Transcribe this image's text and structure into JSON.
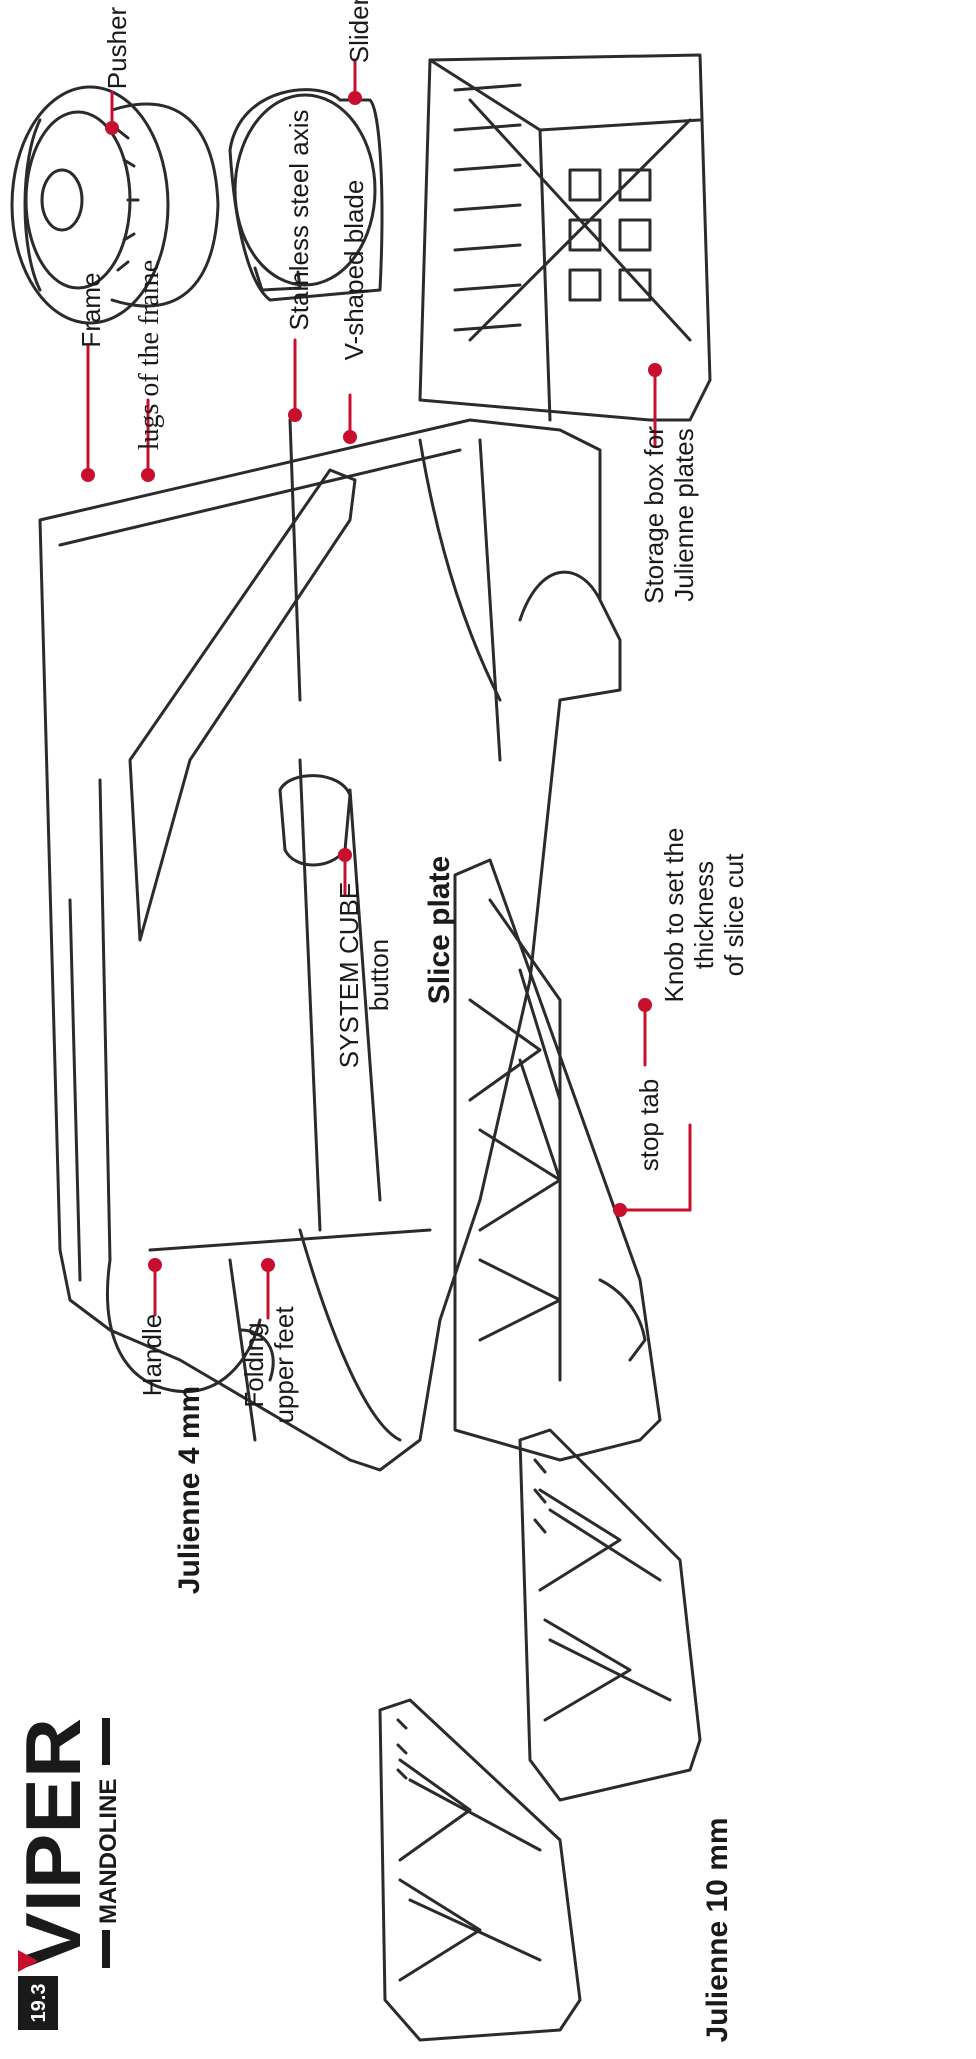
{
  "brand": {
    "badge": "19.3",
    "name": "VIPER",
    "sub": "MANDOLINE",
    "colors": {
      "accent": "#c8102e",
      "ink": "#1a1a1a"
    }
  },
  "labels": {
    "pusher": "Pusher",
    "slider": "Slider",
    "stainless_axis": "Stainless steel axis",
    "v_blade": "V-shaped blade",
    "frame": "Frame",
    "lugs": "lugs of the frame",
    "storage_line1": "Storage box for",
    "storage_line2": "Julienne plates",
    "handle": "Handle",
    "feet_line1": "Folding",
    "feet_line2": "upper feet",
    "system_cube_line1": "SYSTEM CUBE",
    "system_cube_line2": "button",
    "slice_plate": "Slice plate",
    "stop_tab": "stop tab",
    "knob_line1": "Knob to set the thickness",
    "knob_line2": "of slice cut",
    "julienne4": "Julienne 4 mm",
    "julienne10": "Julienne 10 mm"
  },
  "colors": {
    "callout": "#c8102e",
    "line": "#2b2b2b"
  }
}
